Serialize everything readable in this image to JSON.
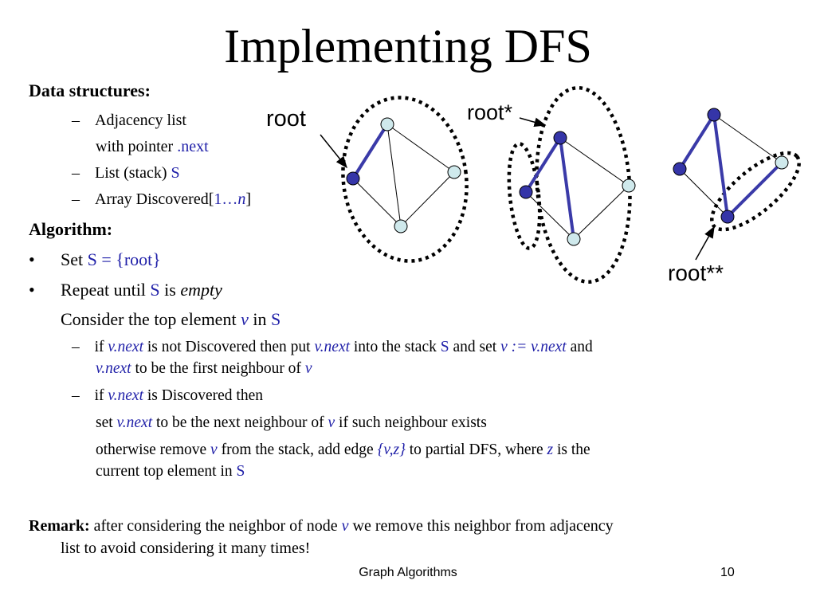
{
  "title": "Implementing DFS",
  "data_structures": {
    "heading": "Data structures:",
    "items": {
      "adjacency": "Adjacency list",
      "with_pointer": "with pointer",
      "next": ".next",
      "list_stack": "List (stack)",
      "S": "S",
      "array": "Array Discovered[",
      "range": "1…",
      "n": "n",
      "close": "]"
    }
  },
  "algorithm": {
    "heading": "Algorithm:",
    "set_label": "Set",
    "set_value": "S = {root}",
    "repeat_label": "Repeat until",
    "S": "S",
    "is": "is",
    "empty": "empty",
    "consider": "Consider the top element",
    "v": "v",
    "in": "in",
    "if1": {
      "if": "if",
      "vnext": "v.next",
      "t1": "is not Discovered then put",
      "t2": "into the stack",
      "t3": "and set",
      "assign": "v := v.next",
      "and": "and",
      "t4": "to be the first neighbour of"
    },
    "if2": {
      "if": "if",
      "vnext": "v.next",
      "t1": "is Discovered then",
      "set": "set",
      "t2": "to be the next neighbour of",
      "t3": "if such neighbour exists",
      "otherwise": "otherwise remove",
      "t4": "from the stack, add edge",
      "edge": "{v,z}",
      "t5": "to partial DFS, where",
      "z": "z",
      "t6": "is the",
      "t7": "current top element in"
    }
  },
  "remark": {
    "label": "Remark:",
    "t1": "after considering the neighbor of node",
    "v": "v",
    "t2": "we remove this neighbor from adjacency",
    "t3": "list to avoid considering it many times!"
  },
  "diagram": {
    "label_root": "root",
    "label_root_star": "root*",
    "label_root_2star": "root**"
  },
  "footer": {
    "center": "Graph Algorithms",
    "page": "10"
  },
  "colors": {
    "text": "#000000",
    "accent": "#1f1fa8",
    "node_dark": "#3535a8",
    "node_light": "#cfe9ec",
    "edge_highlight": "#3a3aa8"
  }
}
